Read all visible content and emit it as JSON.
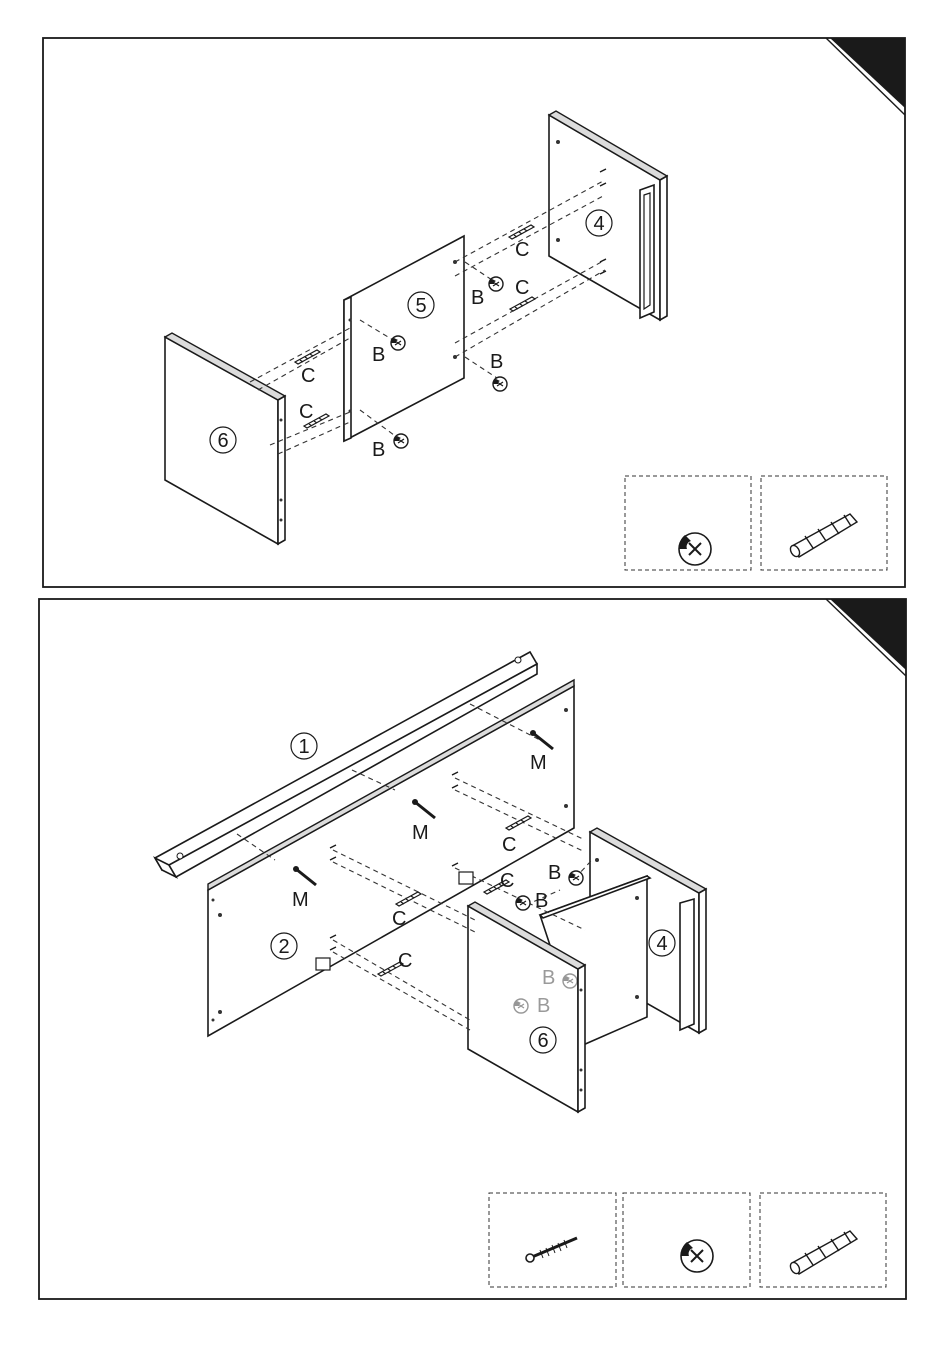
{
  "step1": {
    "labels": {
      "part4": "4",
      "part5": "5",
      "part6": "6",
      "B": "B",
      "C": "C"
    },
    "hardware_boxes": [
      "cam-lock",
      "dowel"
    ]
  },
  "step2": {
    "labels": {
      "part1": "1",
      "part2": "2",
      "part4": "4",
      "part6": "6",
      "B": "B",
      "C": "C",
      "M": "M"
    },
    "hardware_boxes": [
      "screw",
      "cam-lock",
      "dowel"
    ]
  },
  "colors": {
    "line": "#1a1a1a",
    "corner": "#1a1a1a",
    "edge_fill": "#dcdcdc",
    "ghost": "#9a9a9a"
  }
}
